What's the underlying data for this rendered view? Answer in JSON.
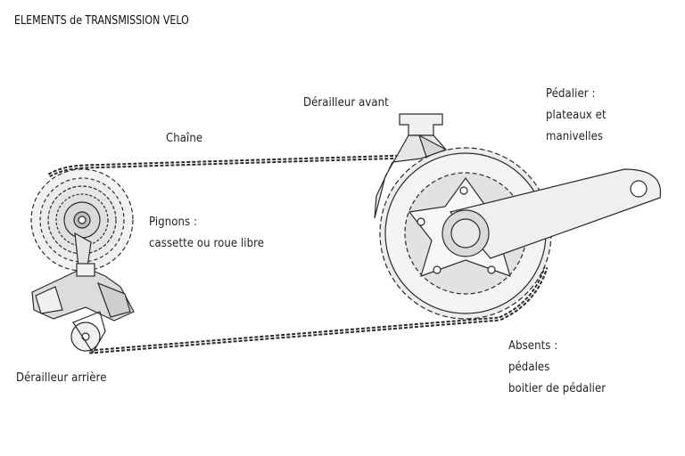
{
  "title": "ELEMENTS de TRANSMISSION VELO",
  "labels": {
    "chain": "Chaîne",
    "front_derailleur": "Dérailleur avant",
    "crankset": [
      "Pédalier :",
      "plateaux et",
      "manivelles"
    ],
    "sprockets": [
      "Pignons :",
      "cassette ou roue libre"
    ],
    "rear_derailleur": "Dérailleur arrière",
    "absent": [
      "Absents :",
      "pédales",
      "boitier de pédalier"
    ]
  },
  "colors": {
    "line": "#2b2b2b",
    "fill_light": "#f2f2f2",
    "fill_mid": "#e3e3e3",
    "fill_dark": "#cfcfcf",
    "text": "#222222"
  }
}
